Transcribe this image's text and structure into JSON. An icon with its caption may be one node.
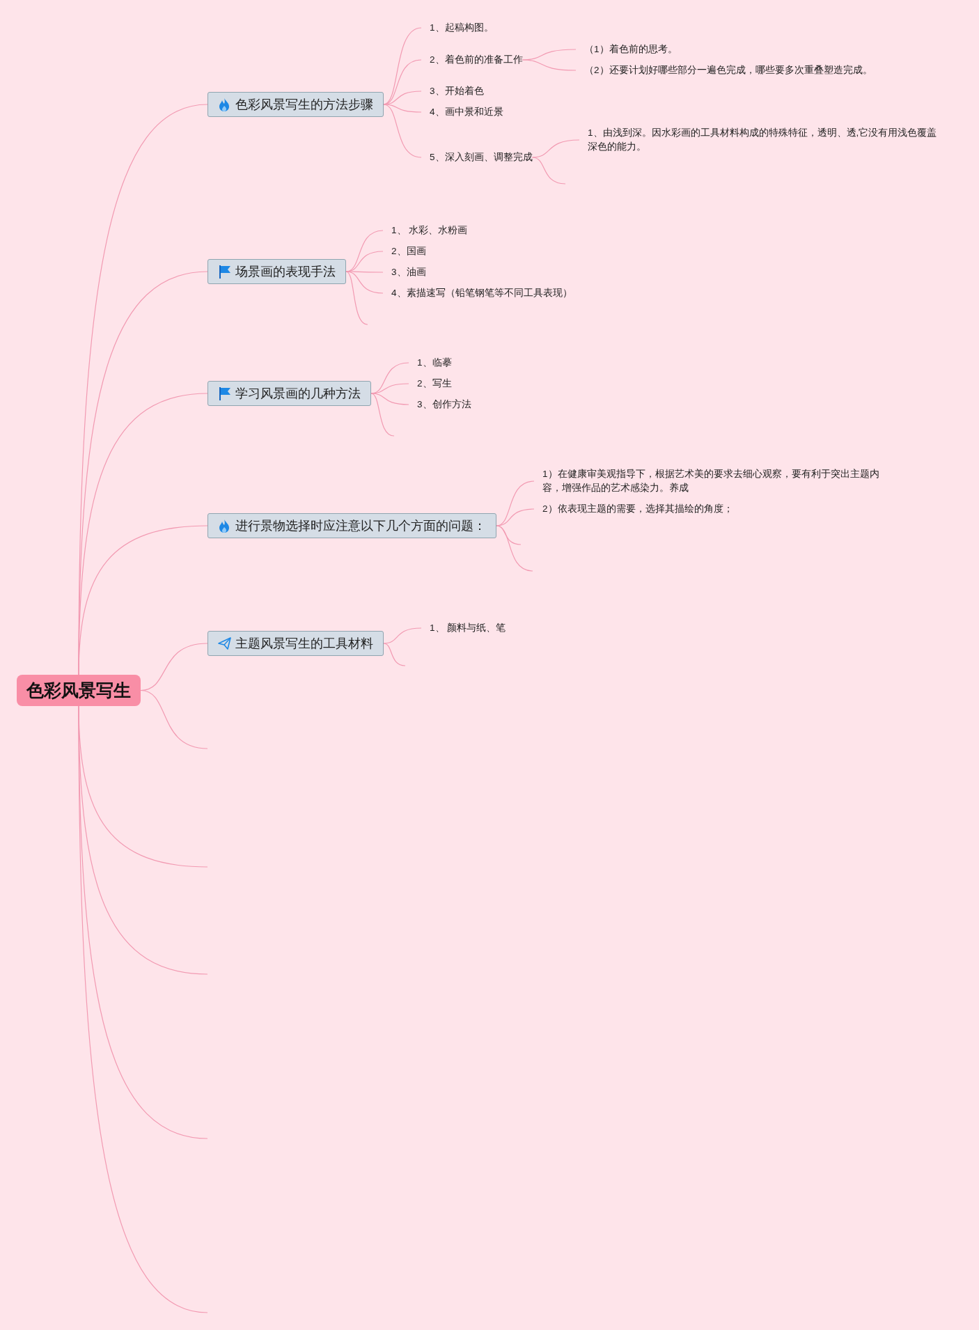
{
  "diagram": {
    "nodes": [
      {
        "text": [
          "色彩风景写生"
        ]
      },
      {
        "text": [
          "色彩风景写生的方法步骤"
        ]
      },
      {
        "text": [
          "1、起稿构图。"
        ]
      },
      {
        "text": [
          "2、着色前的准备工作"
        ]
      },
      {
        "text": [
          "（1）着色前的思考。"
        ]
      },
      {
        "text": [
          "（2）还要计划好哪些部分一遍色完成，哪些要多次重叠塑造完成。"
        ]
      },
      {
        "text": [
          "3、开始着色"
        ]
      },
      {
        "text": [
          "4、画中景和近景"
        ]
      },
      {
        "text": [
          "5、深入刻画、调整完成"
        ]
      },
      {
        "text": [
          "1、由浅到深。因水彩画的工具材料构成的特殊特征，透明、透,它没有用浅色覆盖深色的能力。"
        ]
      },
      {
        "text": [
          "场景画的表现手法"
        ]
      },
      {
        "text": [
          "1、 水彩、水粉画"
        ]
      },
      {
        "text": [
          "2、国画"
        ]
      },
      {
        "text": [
          "3、油画"
        ]
      },
      {
        "text": [
          "4、素描速写（铅笔钢笔等不同工具表现）"
        ]
      },
      {
        "text": [
          "学习风景画的几种方法"
        ]
      },
      {
        "text": [
          "1、临摹"
        ]
      },
      {
        "text": [
          "2、写生"
        ]
      },
      {
        "text": [
          "3、创作方法"
        ]
      },
      {
        "text": [
          "进行景物选择时应注意以下几个方面的问题："
        ]
      },
      {
        "text": [
          "1）在健康审美观指导下，根据艺术美的要求去细心观察，要有利于突出主题内容，增强作品的艺术感染力。养成"
        ]
      },
      {
        "text": [
          "2）依表现主题的需要，选择其描绘的角度；"
        ]
      },
      {
        "text": [
          "主题风景写生的工具材料"
        ]
      },
      {
        "text": [
          "1、 颜料与纸、笔"
        ]
      }
    ],
    "edges": [
      {
        "from": 0,
        "to": 1,
        "arrow": "none"
      },
      {
        "from": 1,
        "to": 2,
        "arrow": "none"
      },
      {
        "from": 1,
        "to": 3,
        "arrow": "none"
      },
      {
        "from": 3,
        "to": 4,
        "arrow": "none"
      },
      {
        "from": 3,
        "to": 5,
        "arrow": "none"
      },
      {
        "from": 1,
        "to": 6,
        "arrow": "none"
      },
      {
        "from": 1,
        "to": 7,
        "arrow": "none"
      },
      {
        "from": 1,
        "to": 8,
        "arrow": "none"
      },
      {
        "from": 8,
        "to": 9,
        "arrow": "none"
      },
      {
        "from": 8,
        "to": null,
        "arrow": "none"
      },
      {
        "from": 0,
        "to": 10,
        "arrow": "none"
      },
      {
        "from": 10,
        "to": 11,
        "arrow": "none"
      },
      {
        "from": 10,
        "to": 12,
        "arrow": "none"
      },
      {
        "from": 10,
        "to": 13,
        "arrow": "none"
      },
      {
        "from": 10,
        "to": 14,
        "arrow": "none"
      },
      {
        "from": 10,
        "to": null,
        "arrow": "none"
      },
      {
        "from": 0,
        "to": 15,
        "arrow": "none"
      },
      {
        "from": 15,
        "to": 16,
        "arrow": "none"
      },
      {
        "from": 15,
        "to": 17,
        "arrow": "none"
      },
      {
        "from": 15,
        "to": 18,
        "arrow": "none"
      },
      {
        "from": 15,
        "to": null,
        "arrow": "none"
      },
      {
        "from": 0,
        "to": 19,
        "arrow": "none"
      },
      {
        "from": 19,
        "to": 20,
        "arrow": "none"
      },
      {
        "from": 19,
        "to": 21,
        "arrow": "none"
      },
      {
        "from": 19,
        "to": null,
        "arrow": "none"
      },
      {
        "from": 19,
        "to": null,
        "arrow": "none"
      },
      {
        "from": 0,
        "to": 22,
        "arrow": "none"
      },
      {
        "from": 22,
        "to": 23,
        "arrow": "none"
      },
      {
        "from": 22,
        "to": null,
        "arrow": "none"
      },
      {
        "from": 0,
        "to": null,
        "arrow": "none"
      },
      {
        "from": 0,
        "to": null,
        "arrow": "none"
      },
      {
        "from": 0,
        "to": null,
        "arrow": "none"
      },
      {
        "from": 0,
        "to": null,
        "arrow": "none"
      },
      {
        "from": 0,
        "to": null,
        "arrow": "none"
      }
    ]
  }
}
